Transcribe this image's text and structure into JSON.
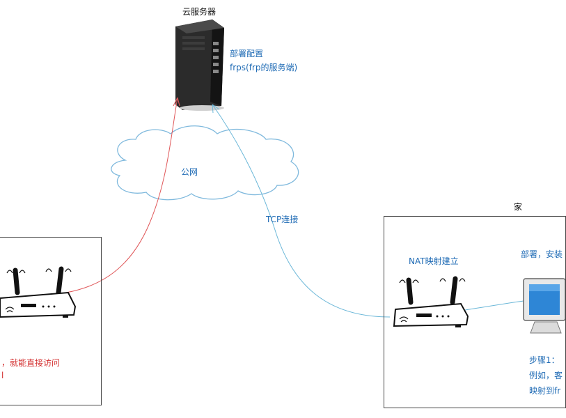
{
  "server": {
    "title": "云服务器",
    "deploy_line1": "部署配置",
    "deploy_line2": "frps(frp的服务端)"
  },
  "cloud": {
    "label": "公网"
  },
  "connection": {
    "label": "TCP连接"
  },
  "home": {
    "title": "家",
    "nat_label": "NAT映射建立",
    "deploy_label": "部署，安装",
    "step_line1": "步骤1：",
    "step_line2": "例如，客",
    "step_line3": "映射到fr"
  },
  "remote": {
    "note_line1": "，就能直接访问",
    "note_line2": "l"
  },
  "colors": {
    "label_blue": "#1f6bb5",
    "red_line": "#e0585a",
    "cyan_line": "#6bb7d8",
    "red_text": "#d32f2f"
  }
}
